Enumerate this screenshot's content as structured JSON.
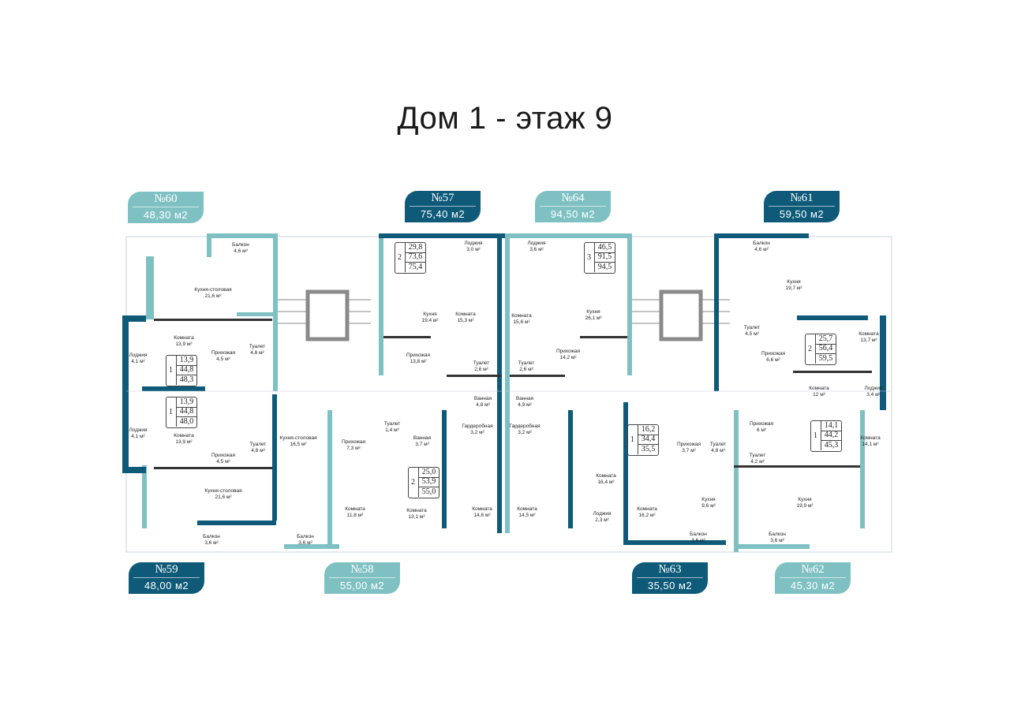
{
  "title": "Дом 1 - этаж 9",
  "colors": {
    "light": "#7fc1c3",
    "dark": "#0e5a78",
    "core": "#8a8a8a"
  },
  "apartments": [
    {
      "number": "№60",
      "area": "48,30 м2",
      "style": "light",
      "summary": {
        "rooms": "1",
        "living": "13,9",
        "total": "44,8",
        "total_full": "48,3"
      },
      "rooms": [
        {
          "name": "Балкон",
          "area": "4,6 м²"
        },
        {
          "name": "Кухня-столовая",
          "area": "21,6 м²"
        },
        {
          "name": "Комната",
          "area": "13,9 м²"
        },
        {
          "name": "Прихожая",
          "area": "4,5 м²"
        },
        {
          "name": "Туалет",
          "area": "4,8 м²"
        },
        {
          "name": "Лоджия",
          "area": "4,1 м²"
        }
      ]
    },
    {
      "number": "№57",
      "area": "75,40 м2",
      "style": "dark",
      "summary": {
        "rooms": "2",
        "living": "29,8",
        "total": "73,6",
        "total_full": "75,4"
      },
      "rooms": [
        {
          "name": "Лоджия",
          "area": "3,0 м²"
        },
        {
          "name": "Кухня",
          "area": "19,4 м²"
        },
        {
          "name": "Комната",
          "area": "15,3 м²"
        },
        {
          "name": "Прихожая",
          "area": "13,8 м²"
        },
        {
          "name": "Туалет",
          "area": "2,6 м²"
        },
        {
          "name": "Ванная",
          "area": "4,8 м²"
        },
        {
          "name": "Гардеробная",
          "area": "3,2 м²"
        },
        {
          "name": "Комната",
          "area": "14,6 м²"
        }
      ]
    },
    {
      "number": "№64",
      "area": "94,50 м2",
      "style": "light",
      "summary": {
        "rooms": "3",
        "living": "46,5",
        "total": "91,5",
        "total_full": "94,5"
      },
      "rooms": [
        {
          "name": "Лоджия",
          "area": "3,6 м²"
        },
        {
          "name": "Комната",
          "area": "15,6 м²"
        },
        {
          "name": "Кухня",
          "area": "26,1 м²"
        },
        {
          "name": "Прихожая",
          "area": "14,2 м²"
        },
        {
          "name": "Туалет",
          "area": "2,6 м²"
        },
        {
          "name": "Ванная",
          "area": "4,9 м²"
        },
        {
          "name": "Гардеробная",
          "area": "3,2 м²"
        },
        {
          "name": "Комната",
          "area": "14,5 м²"
        },
        {
          "name": "Комната",
          "area": "16,4 м²"
        },
        {
          "name": "Лоджия",
          "area": "2,3 м²"
        }
      ]
    },
    {
      "number": "№61",
      "area": "59,50 м2",
      "style": "dark",
      "summary": {
        "rooms": "2",
        "living": "25,7",
        "total": "56,4",
        "total_full": "59,5"
      },
      "rooms": [
        {
          "name": "Балкон",
          "area": "4,6 м²"
        },
        {
          "name": "Кухня",
          "area": "19,7 м²"
        },
        {
          "name": "Туалет",
          "area": "4,5 м²"
        },
        {
          "name": "Прихожая",
          "area": "6,6 м²"
        },
        {
          "name": "Комната",
          "area": "13,7 м²"
        },
        {
          "name": "Комната",
          "area": "12 м²"
        },
        {
          "name": "Лоджия",
          "area": "3,4 м²"
        }
      ]
    },
    {
      "number": "№59",
      "area": "48,00 м2",
      "style": "dark",
      "summary": {
        "rooms": "1",
        "living": "13,9",
        "total": "44,8",
        "total_full": "48,0"
      },
      "rooms": [
        {
          "name": "Лоджия",
          "area": "4,1 м²"
        },
        {
          "name": "Комната",
          "area": "13,9 м²"
        },
        {
          "name": "Прихожая",
          "area": "4,5 м²"
        },
        {
          "name": "Туалет",
          "area": "4,8 м²"
        },
        {
          "name": "Кухня-столовая",
          "area": "21,6 м²"
        },
        {
          "name": "Балкон",
          "area": "3,6 м²"
        }
      ]
    },
    {
      "number": "№58",
      "area": "55,00 м2",
      "style": "light",
      "summary": {
        "rooms": "2",
        "living": "25,0",
        "total": "53,9",
        "total_full": "55,0"
      },
      "rooms": [
        {
          "name": "Балкон",
          "area": "3,6 м²"
        },
        {
          "name": "Кухня-столовая",
          "area": "16,5 м²"
        },
        {
          "name": "Прихожая",
          "area": "7,3 м²"
        },
        {
          "name": "Туалет",
          "area": "1,4 м²"
        },
        {
          "name": "Ванная",
          "area": "3,7 м²"
        },
        {
          "name": "Комната",
          "area": "11,8 м²"
        },
        {
          "name": "Комната",
          "area": "13,1 м²"
        }
      ]
    },
    {
      "number": "№63",
      "area": "35,50 м2",
      "style": "dark",
      "summary": {
        "rooms": "1",
        "living": "16,2",
        "total": "34,4",
        "total_full": "35,5"
      },
      "rooms": [
        {
          "name": "Прихожая",
          "area": "3,7 м²"
        },
        {
          "name": "Туалет",
          "area": "4,8 м²"
        },
        {
          "name": "Кухня",
          "area": "9,6 м²"
        },
        {
          "name": "Комната",
          "area": "16,2 м²"
        },
        {
          "name": "Балкон",
          "area": "3,6 м²"
        }
      ]
    },
    {
      "number": "№62",
      "area": "45,30 м2",
      "style": "light",
      "summary": {
        "rooms": "1",
        "living": "14,1",
        "total": "44,2",
        "total_full": "45,3"
      },
      "rooms": [
        {
          "name": "Прихожая",
          "area": "6 м²"
        },
        {
          "name": "Туалет",
          "area": "4,2 м²"
        },
        {
          "name": "Комната",
          "area": "14,1 м²"
        },
        {
          "name": "Кухня",
          "area": "19,9 м²"
        },
        {
          "name": "Балкон",
          "area": "3,6 м²"
        }
      ]
    }
  ]
}
